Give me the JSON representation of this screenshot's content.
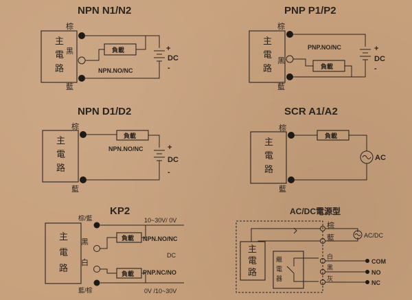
{
  "panels": {
    "npn_n": {
      "title": "NPN  N1/N2",
      "main_box": [
        "主",
        "電",
        "路"
      ],
      "wire_brown": "棕",
      "wire_black": "黑",
      "wire_blue": "藍",
      "load": "負載",
      "output": "NPN.NO/NC",
      "dc": "DC",
      "plus": "+",
      "minus": "-"
    },
    "pnp_p": {
      "title": "PNP  P1/P2",
      "main_box": [
        "主",
        "電",
        "路"
      ],
      "wire_brown": "棕",
      "wire_black": "黑",
      "wire_blue": "藍",
      "load": "負載",
      "output": "PNP.NO/NC",
      "dc": "DC",
      "plus": "+",
      "minus": "-"
    },
    "npn_d": {
      "title": "NPN  D1/D2",
      "main_box": [
        "主",
        "電",
        "路"
      ],
      "wire_brown": "棕",
      "wire_blue": "藍",
      "load": "負載",
      "output": "NPN.NO/NC",
      "dc": "DC",
      "plus": "+",
      "minus": "-"
    },
    "scr": {
      "title": "SCR  A1/A2",
      "main_box": [
        "主",
        "電",
        "路"
      ],
      "wire_brown": "棕",
      "wire_blue": "藍",
      "load": "負載",
      "ac": "AC"
    },
    "kp2": {
      "title": "KP2",
      "main_box": [
        "主",
        "電",
        "路"
      ],
      "wire_top": "棕/藍",
      "wire_black": "黑",
      "wire_white": "白",
      "wire_bottom": "藍/棕",
      "voltage_top": "10~30V/  0V",
      "voltage_bottom": "0V  /10~30V",
      "load1": "負載",
      "load2": "負載",
      "output1": "NPN.NO/NC",
      "output2": "PNP.NC/NO",
      "dc": "DC"
    },
    "acdc": {
      "title": "AC/DC電源型",
      "main_box": [
        "主",
        "電",
        "路"
      ],
      "relay_box": [
        "繼",
        "電",
        "器"
      ],
      "wire_brown": "棕",
      "wire_blue": "藍",
      "wire_white": "白",
      "wire_black": "黑",
      "wire_gray": "灰",
      "source": "AC/DC",
      "com": "COM",
      "no": "NO",
      "nc": "NC"
    }
  }
}
